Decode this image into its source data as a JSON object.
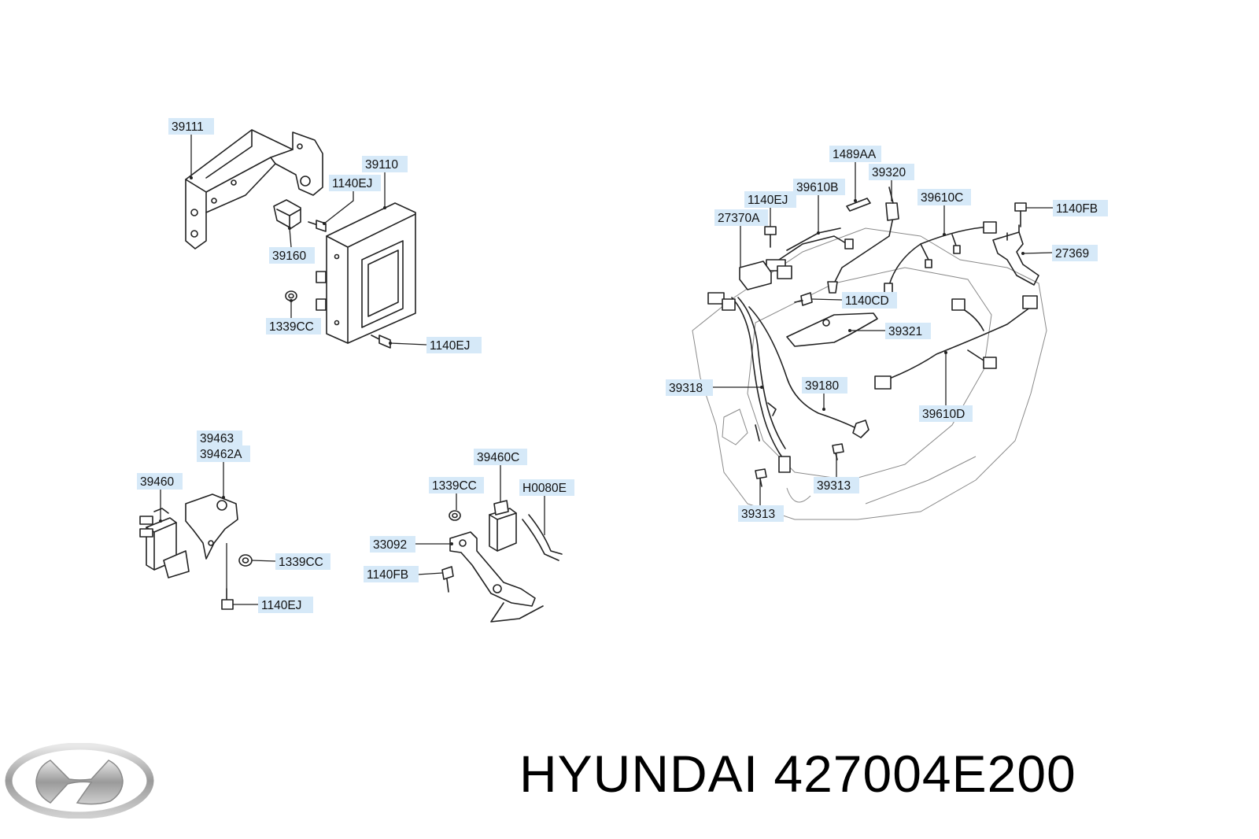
{
  "brand": {
    "title": "HYUNDAI 427004E200",
    "logo_icon": "hyundai-logo-icon"
  },
  "colors": {
    "callout_fill": "#d6e9f8",
    "line": "#222222"
  },
  "callouts": [
    {
      "id": "c1",
      "text": "39111"
    },
    {
      "id": "c2",
      "text": "39110"
    },
    {
      "id": "c3",
      "text": "1140EJ"
    },
    {
      "id": "c4",
      "text": "39160"
    },
    {
      "id": "c5",
      "text": "1339CC"
    },
    {
      "id": "c6",
      "text": "1140EJ"
    },
    {
      "id": "c7",
      "text": "1489AA"
    },
    {
      "id": "c8",
      "text": "39320"
    },
    {
      "id": "c9",
      "text": "1140EJ"
    },
    {
      "id": "c10",
      "text": "39610B"
    },
    {
      "id": "c11",
      "text": "39610C"
    },
    {
      "id": "c12",
      "text": "1140FB"
    },
    {
      "id": "c13",
      "text": "27370A"
    },
    {
      "id": "c14",
      "text": "27369"
    },
    {
      "id": "c15",
      "text": "1140CD"
    },
    {
      "id": "c16",
      "text": "39321"
    },
    {
      "id": "c17",
      "text": "39318"
    },
    {
      "id": "c18",
      "text": "39180"
    },
    {
      "id": "c19",
      "text": "39610D"
    },
    {
      "id": "c20",
      "text": "39313"
    },
    {
      "id": "c21",
      "text": "39313"
    },
    {
      "id": "c22",
      "text": "39463"
    },
    {
      "id": "c23",
      "text": "39462A"
    },
    {
      "id": "c24",
      "text": "39460"
    },
    {
      "id": "c25",
      "text": "1339CC"
    },
    {
      "id": "c26",
      "text": "1140EJ"
    },
    {
      "id": "c27",
      "text": "39460C"
    },
    {
      "id": "c28",
      "text": "1339CC"
    },
    {
      "id": "c29",
      "text": "H0080E"
    },
    {
      "id": "c30",
      "text": "33092"
    },
    {
      "id": "c31",
      "text": "1140FB"
    }
  ]
}
